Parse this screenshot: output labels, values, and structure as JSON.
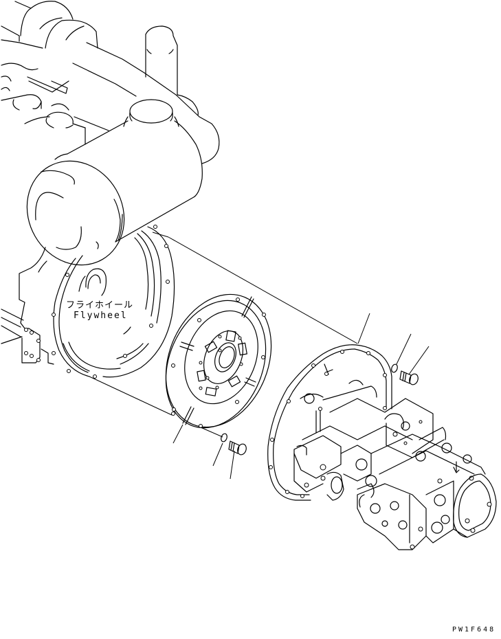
{
  "diagram": {
    "type": "exploded-parts-diagram",
    "labels": {
      "flywheel_jp": "フライホイール",
      "flywheel_en": "Flywheel"
    },
    "drawing_number": "PW1F648",
    "components": [
      {
        "id": "engine",
        "name": "Engine (partial view)"
      },
      {
        "id": "flywheel",
        "name": "Flywheel"
      },
      {
        "id": "damper-disc",
        "name": "Damper / coupling disc"
      },
      {
        "id": "washer-1",
        "name": "Washer (disc)"
      },
      {
        "id": "bolt-1",
        "name": "Bolt (disc)"
      },
      {
        "id": "pump-housing",
        "name": "Housing / flange"
      },
      {
        "id": "washer-2",
        "name": "Washer (housing)"
      },
      {
        "id": "bolt-2",
        "name": "Bolt (housing)"
      },
      {
        "id": "hydraulic-pump",
        "name": "Hydraulic pump assembly"
      }
    ],
    "leader_lines": 6,
    "colors": {
      "line": "#000000",
      "background": "#ffffff"
    }
  }
}
